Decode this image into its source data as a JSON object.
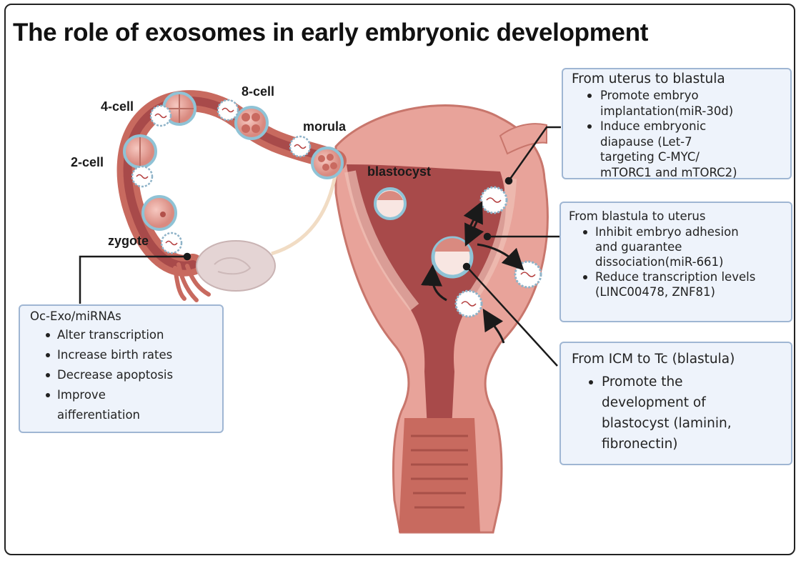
{
  "title": "The role of exosomes in early embryonic development",
  "stage_labels": {
    "four_cell": "4-cell",
    "eight_cell": "8-cell",
    "two_cell": "2-cell",
    "morula": "morula",
    "blastocyst": "blastocyst",
    "zygote": "zygote"
  },
  "boxes": {
    "oc_exo": {
      "title": "Oc-Exo/miRNAs",
      "items": [
        "Alter transcription",
        "Increase birth rates",
        "Decrease apoptosis",
        "Improve",
        "aifferentiation"
      ]
    },
    "uterus_to_blastula": {
      "title": "From uterus to blastula",
      "items": [
        "Promote embryo",
        "implantation(miR-30d)",
        "Induce embryonic",
        "diapause (Let-7",
        "targeting C-MYC/",
        "mTORC1 and mTORC2)"
      ]
    },
    "blastula_to_uterus": {
      "title": "From blastula to uterus",
      "items": [
        "Inhibit embryo adhesion",
        "and guarantee",
        "dissociation(miR-661)",
        "Reduce transcription levels",
        "(LINC00478, ZNF81)"
      ]
    },
    "icm_to_tc": {
      "title": "From ICM to Tc (blastula)",
      "items": [
        "Promote the",
        "development of",
        "blastocyst (laminin,",
        "fibronectin)"
      ]
    }
  },
  "colors": {
    "uterus_outer": "#e8a39a",
    "uterus_inner": "#a84a4a",
    "tube": "#c86a5f",
    "ovary": "#e4d4d4",
    "box_fill": "#eef3fb",
    "box_border": "#9fb6d3",
    "cell_ring": "#8fc3d6"
  }
}
